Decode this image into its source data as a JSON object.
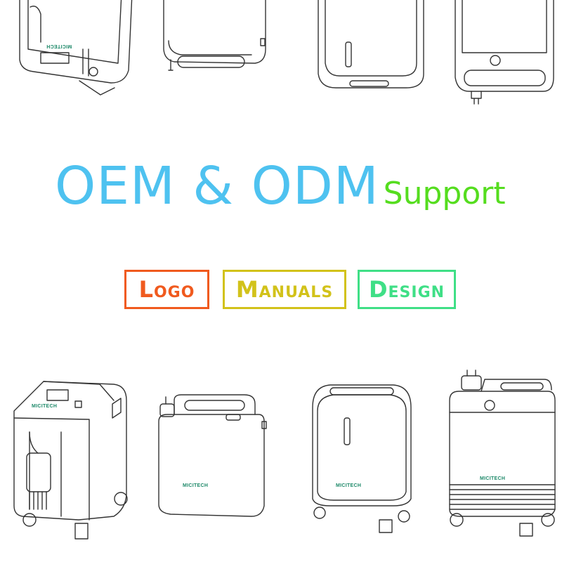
{
  "headline": {
    "main": "OEM & ODM",
    "sub": "Support"
  },
  "services": [
    {
      "label": "Logo",
      "color": "#f05a1e"
    },
    {
      "label": "Manuals",
      "color": "#d2c21a"
    },
    {
      "label": "Design",
      "color": "#3fdf86"
    }
  ],
  "colors": {
    "main": "#4ec2f0",
    "sub": "#55dd1f",
    "brand": "#1f8a6a"
  },
  "brand": "MICITECH"
}
